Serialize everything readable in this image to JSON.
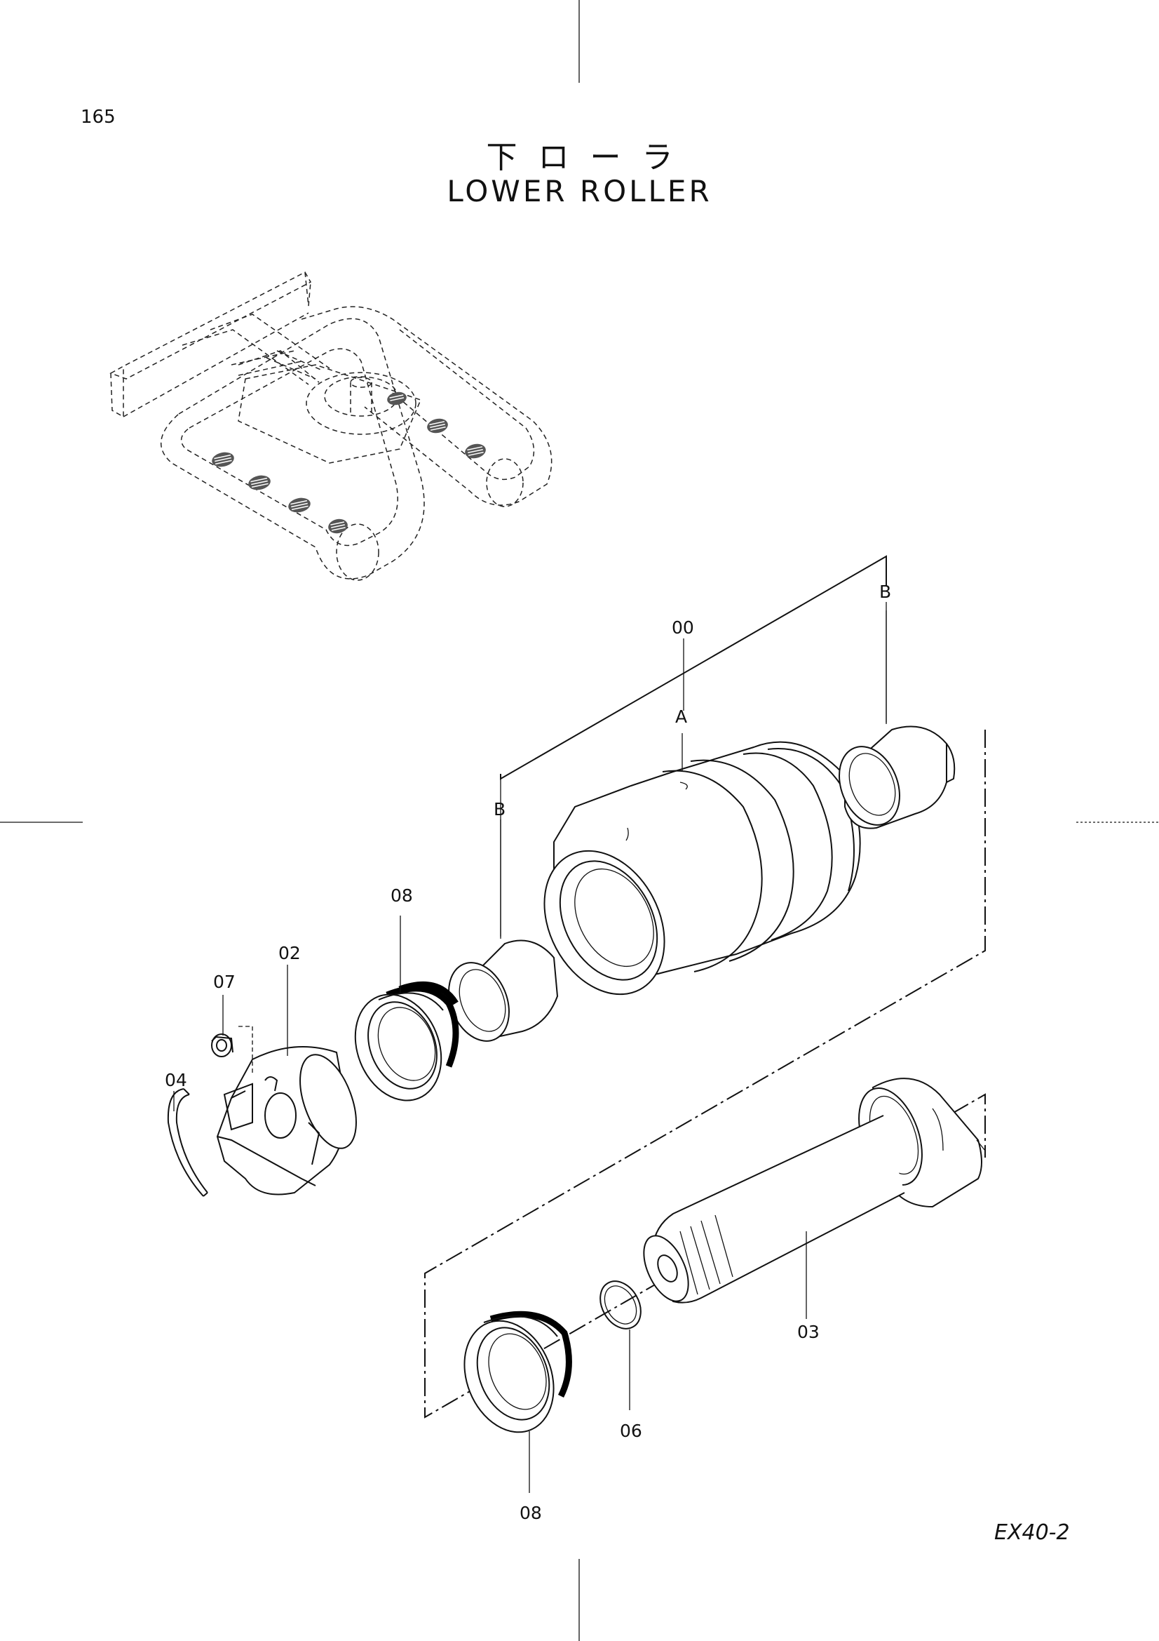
{
  "page_number": "165",
  "title_ja": "下ローラ",
  "title_en": "LOWER ROLLER",
  "model_code": "EX40-2",
  "callouts": {
    "c00": "00",
    "cA": "A",
    "cB_right": "B",
    "cB_left": "B",
    "c08_top": "08",
    "c02": "02",
    "c07": "07",
    "c04": "04",
    "c03": "03",
    "c06": "06",
    "c08_bottom": "08"
  }
}
